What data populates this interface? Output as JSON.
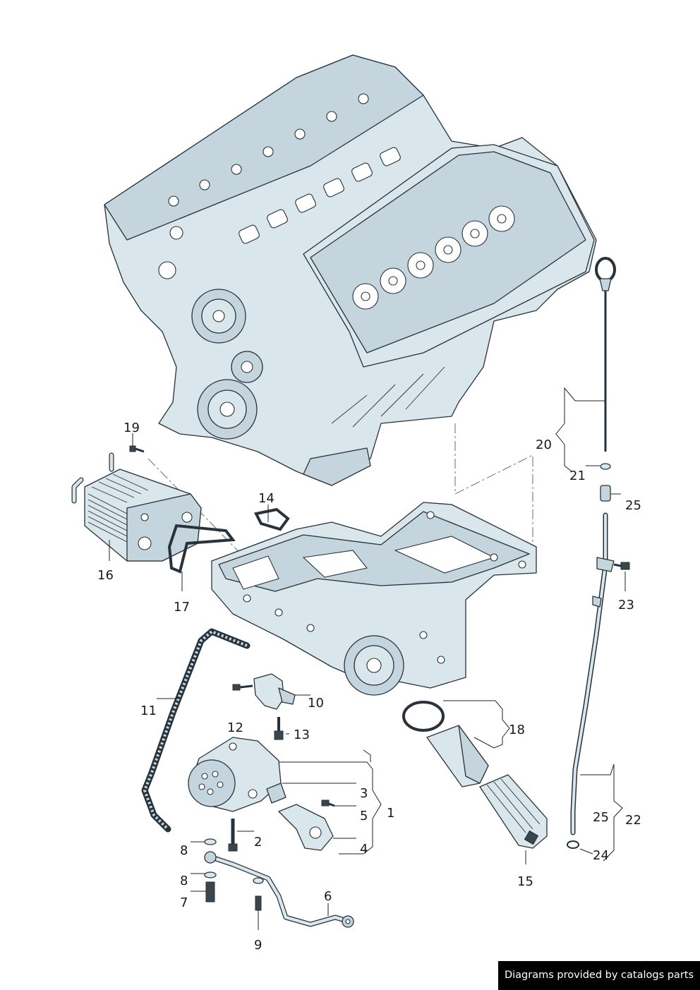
{
  "callouts": {
    "c1": "1",
    "c2": "2",
    "c3": "3",
    "c4": "4",
    "c5": "5",
    "c6": "6",
    "c7": "7",
    "c8a": "8",
    "c8b": "8",
    "c9": "9",
    "c10": "10",
    "c11": "11",
    "c12": "12",
    "c13": "13",
    "c14": "14",
    "c15": "15",
    "c16": "16",
    "c17": "17",
    "c18": "18",
    "c19": "19",
    "c20": "20",
    "c21": "21",
    "c22": "22",
    "c23": "23",
    "c24": "24",
    "c25a": "25",
    "c25b": "25"
  },
  "credit": "Diagrams provided by catalogs parts"
}
